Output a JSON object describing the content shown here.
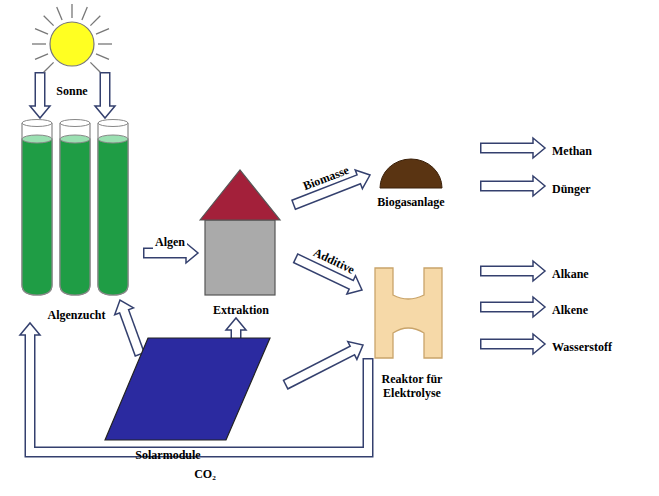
{
  "diagram": {
    "nodes": [
      {
        "text": [
          "Sonne"
        ]
      },
      {
        "text": [
          "Algenzucht"
        ]
      },
      {
        "text": [
          "Extraktion"
        ]
      },
      {
        "text": [
          "Biogasanlage"
        ]
      },
      {
        "text": [
          "Reaktor für Elektrolyse"
        ]
      },
      {
        "text": [
          "Solarmodule"
        ]
      },
      {
        "text": [
          "Methan"
        ]
      },
      {
        "text": [
          "Dünger"
        ]
      },
      {
        "text": [
          "Alkane"
        ]
      },
      {
        "text": [
          "Alkene"
        ]
      },
      {
        "text": [
          "Wasserstoff"
        ]
      }
    ],
    "edges": [
      {
        "from": 0,
        "to": 1,
        "arrow": "to"
      },
      {
        "from": 0,
        "to": 1,
        "arrow": "to"
      },
      {
        "from": 1,
        "to": 2,
        "label": "Algen",
        "arrow": "to"
      },
      {
        "from": 2,
        "to": 3,
        "label": "Biomasse",
        "arrow": "to"
      },
      {
        "from": 2,
        "to": 4,
        "label": "Additive",
        "arrow": "to"
      },
      {
        "from": 5,
        "to": 1,
        "arrow": "to"
      },
      {
        "from": 5,
        "to": 2,
        "arrow": "to"
      },
      {
        "from": 5,
        "to": 4,
        "arrow": "to"
      },
      {
        "from": 4,
        "to": 1,
        "label": "CO₂",
        "arrow": "to"
      },
      {
        "from": 3,
        "to": 6,
        "arrow": "to"
      },
      {
        "from": 3,
        "to": 7,
        "arrow": "to"
      },
      {
        "from": 4,
        "to": 8,
        "arrow": "to"
      },
      {
        "from": 4,
        "to": 9,
        "arrow": "to"
      },
      {
        "from": 4,
        "to": 10,
        "arrow": "to"
      }
    ]
  }
}
